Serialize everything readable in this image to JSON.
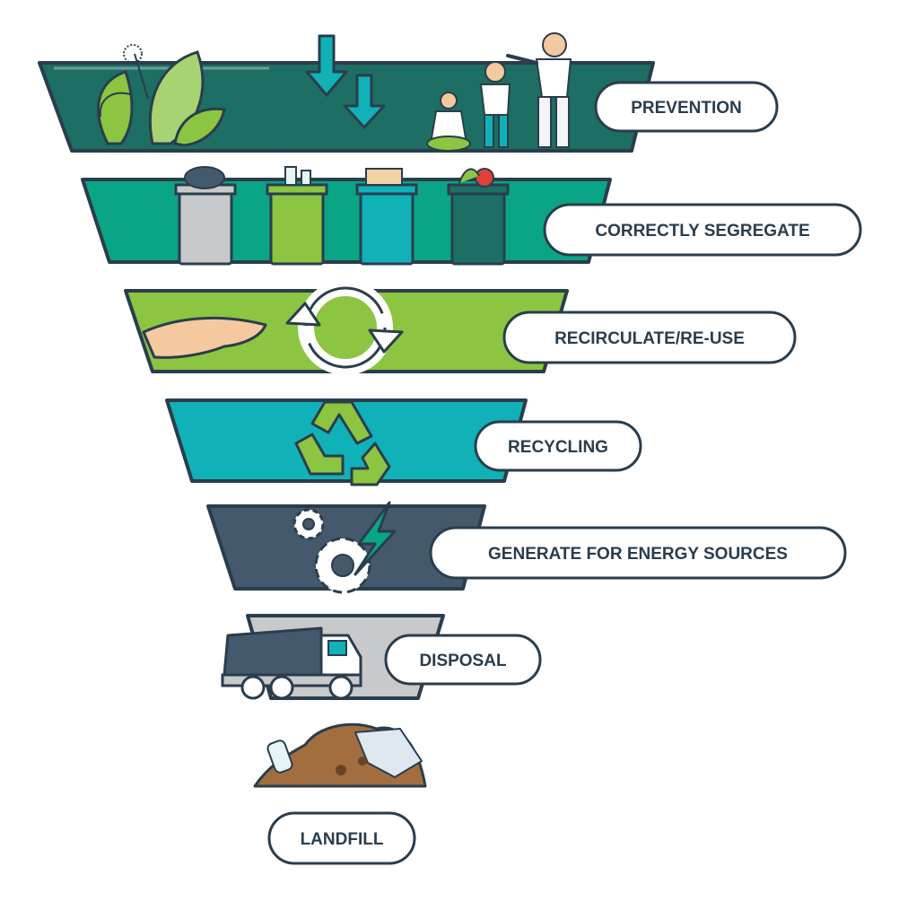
{
  "colors": {
    "outline": "#2a3d4d",
    "prevention": "#1d6e63",
    "segregate": "#0aa585",
    "recirculate": "#8cc541",
    "recycling": "#10b1b7",
    "energy": "#44596b",
    "disposal": "#c7c9cb",
    "landfill": "#a36e3f",
    "pill_fill": "#ffffff"
  },
  "tiers": [
    {
      "id": "prevention",
      "label": "PREVENTION",
      "icon": "plants-arrows-family-icon"
    },
    {
      "id": "segregate",
      "label": "CORRECTLY SEGREGATE",
      "icon": "waste-bins-icon"
    },
    {
      "id": "recirculate",
      "label": "RECIRCULATE/RE-USE",
      "icon": "hand-circular-arrows-icon"
    },
    {
      "id": "recycling",
      "label": "RECYCLING",
      "icon": "recycle-icon"
    },
    {
      "id": "energy",
      "label": "GENERATE FOR ENERGY SOURCES",
      "icon": "gears-lightning-icon"
    },
    {
      "id": "disposal",
      "label": "DISPOSAL",
      "icon": "garbage-truck-icon"
    },
    {
      "id": "landfill",
      "label": "LANDFILL",
      "icon": "landfill-heap-icon"
    }
  ]
}
